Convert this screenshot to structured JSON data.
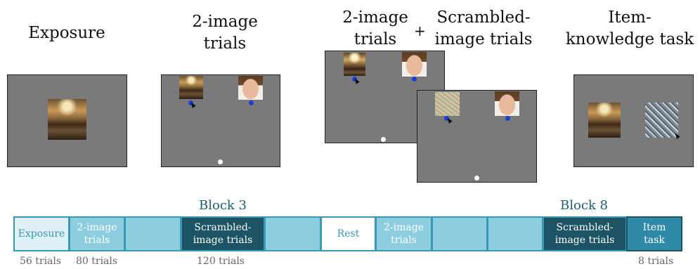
{
  "stages": {
    "exposure": {
      "title": "Exposure"
    },
    "two_image": {
      "title_line1": "2-image",
      "title_line2": "trials"
    },
    "combined": {
      "left_line1": "2-image",
      "left_line2": "trials",
      "plus": "+",
      "right_line1": "Scrambled-",
      "right_line2": "image trials"
    },
    "item_knowledge": {
      "title_line1": "Item-",
      "title_line2": "knowledge task"
    }
  },
  "blocks": {
    "block3_label": "Block 3",
    "block8_label": "Block 8"
  },
  "timeline": [
    {
      "label_line1": "Exposure",
      "label_line2": "",
      "style": "pale"
    },
    {
      "label_line1": "2-image",
      "label_line2": "trials",
      "style": "light"
    },
    {
      "label_line1": "",
      "label_line2": "",
      "style": "light"
    },
    {
      "label_line1": "Scrambled-",
      "label_line2": "image trials",
      "style": "dark"
    },
    {
      "label_line1": "",
      "label_line2": "",
      "style": "light"
    },
    {
      "label_line1": "Rest",
      "label_line2": "",
      "style": "white"
    },
    {
      "label_line1": "2-image",
      "label_line2": "trials",
      "style": "light"
    },
    {
      "label_line1": "",
      "label_line2": "",
      "style": "light"
    },
    {
      "label_line1": "",
      "label_line2": "",
      "style": "light"
    },
    {
      "label_line1": "Scrambled-",
      "label_line2": "image trials",
      "style": "dark"
    },
    {
      "label_line1": "Item",
      "label_line2": "task",
      "style": "mid"
    }
  ],
  "trial_counts": {
    "exposure": "56 trials",
    "two_image": "80 trials",
    "block3": "120 trials",
    "item_task": "8 trials"
  },
  "colors": {
    "screen_gray": "#7a7a7a",
    "response_dot_blue": "#1f3ed6",
    "block_label": "#1f5d75",
    "timeline_dark": "#1d5465",
    "timeline_light": "#8dcde0",
    "timeline_border": "#3a97b6"
  }
}
